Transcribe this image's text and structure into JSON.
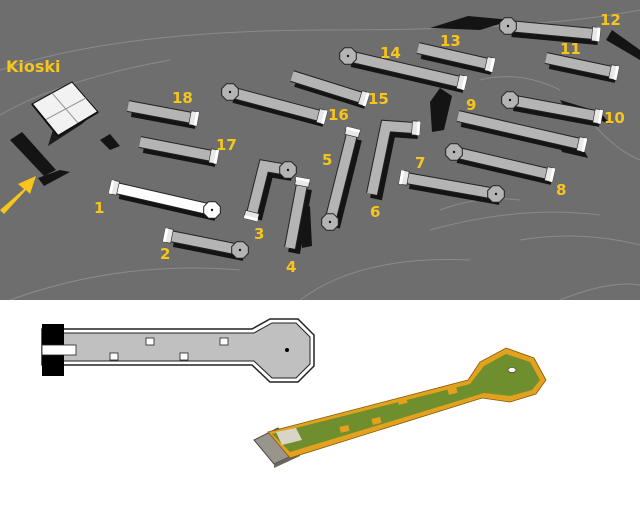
{
  "map": {
    "kiosk_label": "Kioski",
    "label_color": "#f7c51c",
    "background_color": "#6e6e6e",
    "lane_color": "#b4b4b4",
    "shadow_color": "#141414",
    "highlighted_lane": "1",
    "lanes": [
      {
        "id": "1"
      },
      {
        "id": "2"
      },
      {
        "id": "3"
      },
      {
        "id": "4"
      },
      {
        "id": "5"
      },
      {
        "id": "6"
      },
      {
        "id": "7"
      },
      {
        "id": "8"
      },
      {
        "id": "9"
      },
      {
        "id": "10"
      },
      {
        "id": "11"
      },
      {
        "id": "12"
      },
      {
        "id": "13"
      },
      {
        "id": "14"
      },
      {
        "id": "15"
      },
      {
        "id": "16"
      },
      {
        "id": "17"
      },
      {
        "id": "18"
      }
    ]
  },
  "detail": {
    "plan_fill": "#c0c0c0",
    "tee_color": "#000000",
    "turf_color": "#6f8e2d",
    "border_color": "#e3a11d",
    "tee_pad_color": "#9a958c"
  }
}
